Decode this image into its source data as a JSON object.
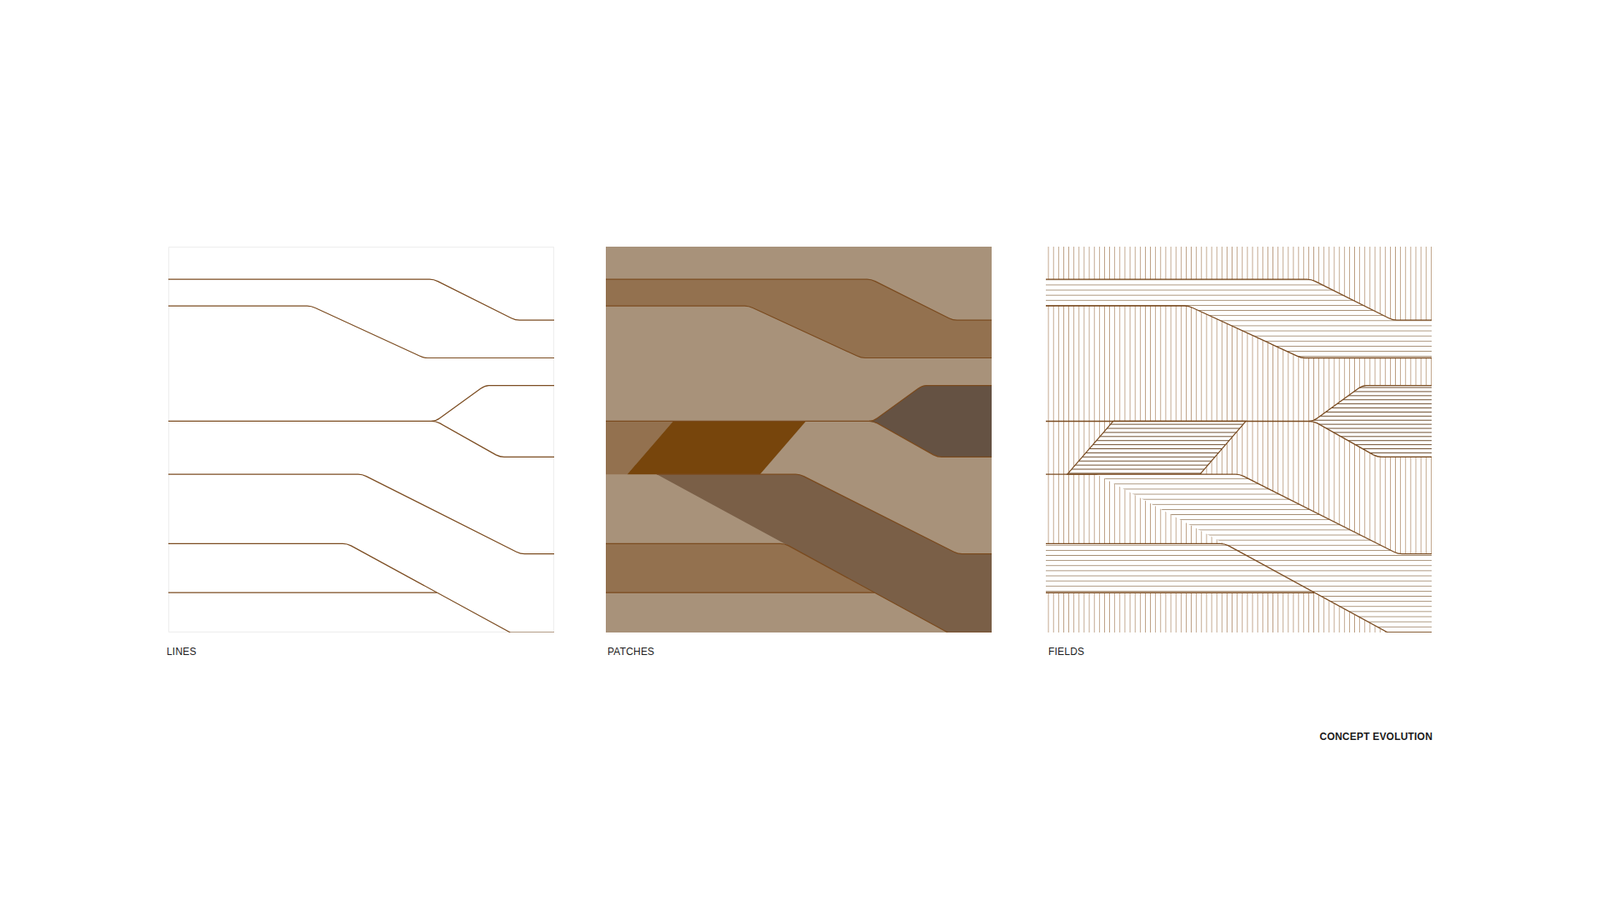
{
  "diagram": {
    "caption": "CONCEPT EVOLUTION",
    "labels": [
      "LINES",
      "PATCHES",
      "FIELDS"
    ]
  }
}
